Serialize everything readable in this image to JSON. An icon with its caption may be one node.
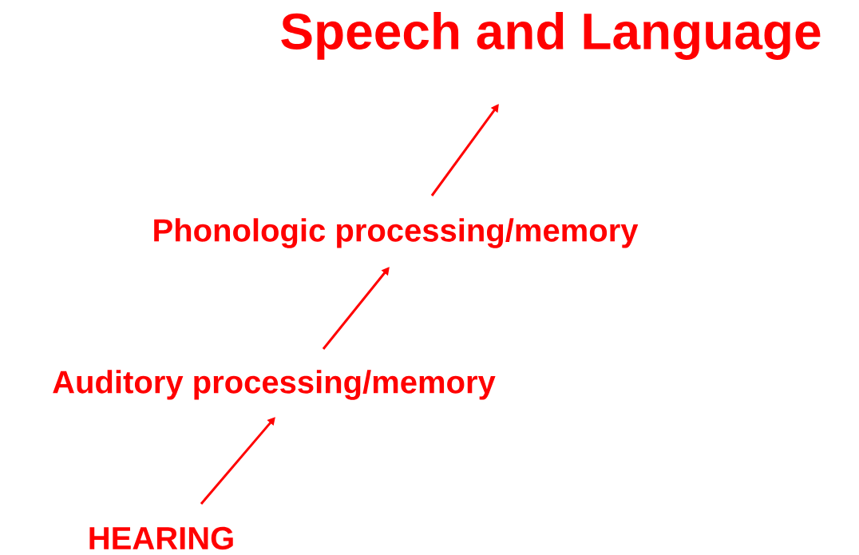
{
  "diagram": {
    "nodes": [
      {
        "text": [
          "Speech and Language"
        ]
      },
      {
        "text": [
          "Phonologic processing/memory"
        ]
      },
      {
        "text": [
          "Auditory processing/memory"
        ]
      },
      {
        "text": [
          "HEARING"
        ]
      }
    ],
    "edges": [
      {
        "from": 3,
        "to": 2,
        "arrow": "to"
      },
      {
        "from": 2,
        "to": 1,
        "arrow": "to"
      },
      {
        "from": 1,
        "to": 0,
        "arrow": "to"
      }
    ]
  }
}
